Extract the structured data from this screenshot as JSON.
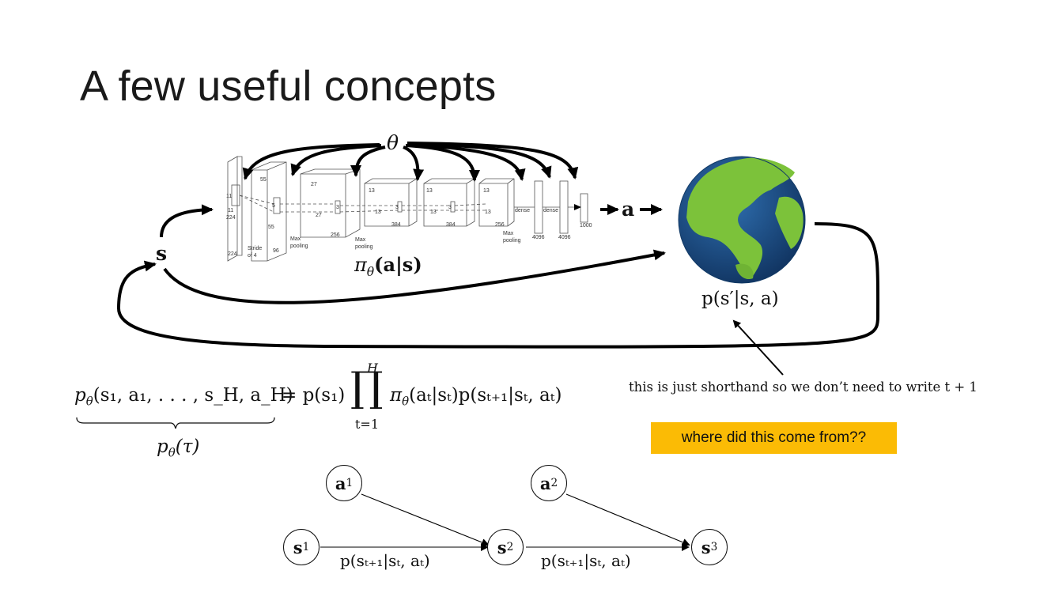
{
  "title": "A few useful concepts",
  "top": {
    "theta": "θ",
    "s": "s",
    "a": "a",
    "policy_func": "π",
    "policy_sub": "θ",
    "policy_args": "(a|s)",
    "dyn": "p(s′|s, a)",
    "cnn": {
      "l1": "224",
      "l2": "224",
      "l3": "11",
      "l4": "11",
      "stride": "Stride",
      "stride2": "of 4",
      "c1": "55",
      "c2": "55",
      "c3": "96",
      "c4": "5",
      "c5": "27",
      "c6": "27",
      "c7": "256",
      "c8": "13",
      "c9": "13",
      "c10": "384",
      "c11": "13",
      "c12": "13",
      "c13": "384",
      "c14": "13",
      "c15": "13",
      "c16": "256",
      "mp": "Max",
      "mp2": "pooling",
      "dense": "dense",
      "d1": "4096",
      "d2": "4096",
      "d3": "1000",
      "k3": "3"
    }
  },
  "equation": {
    "lhs": "p",
    "lhs_sub": "θ",
    "lhs_args": "(s₁, a₁, . . . , s_H, a_H)",
    "rhs": "= p(s₁)",
    "prod_top": "H",
    "prod_bot": "t=1",
    "prod_sym": "∏",
    "term": "π",
    "term_sub": "θ",
    "term_rest": "(aₜ|sₜ)p(sₜ₊₁|sₜ, aₜ)",
    "brace_label": "p",
    "brace_sub": "θ",
    "brace_arg": "(τ)"
  },
  "note": "this is just shorthand so we don’t need to write t + 1",
  "callout": "where did this come from??",
  "graph": {
    "a1": "a",
    "a1_sub": "1",
    "a2": "a",
    "a2_sub": "2",
    "s1": "s",
    "s1_sub": "1",
    "s2": "s",
    "s2_sub": "2",
    "s3": "s",
    "s3_sub": "3",
    "edge1": "p(sₜ₊₁|sₜ, aₜ)",
    "edge2": "p(sₜ₊₁|sₜ, aₜ)"
  },
  "colors": {
    "callout": "#fbbb05",
    "ocean": "#1e4f8a",
    "land": "#7cc23a"
  }
}
